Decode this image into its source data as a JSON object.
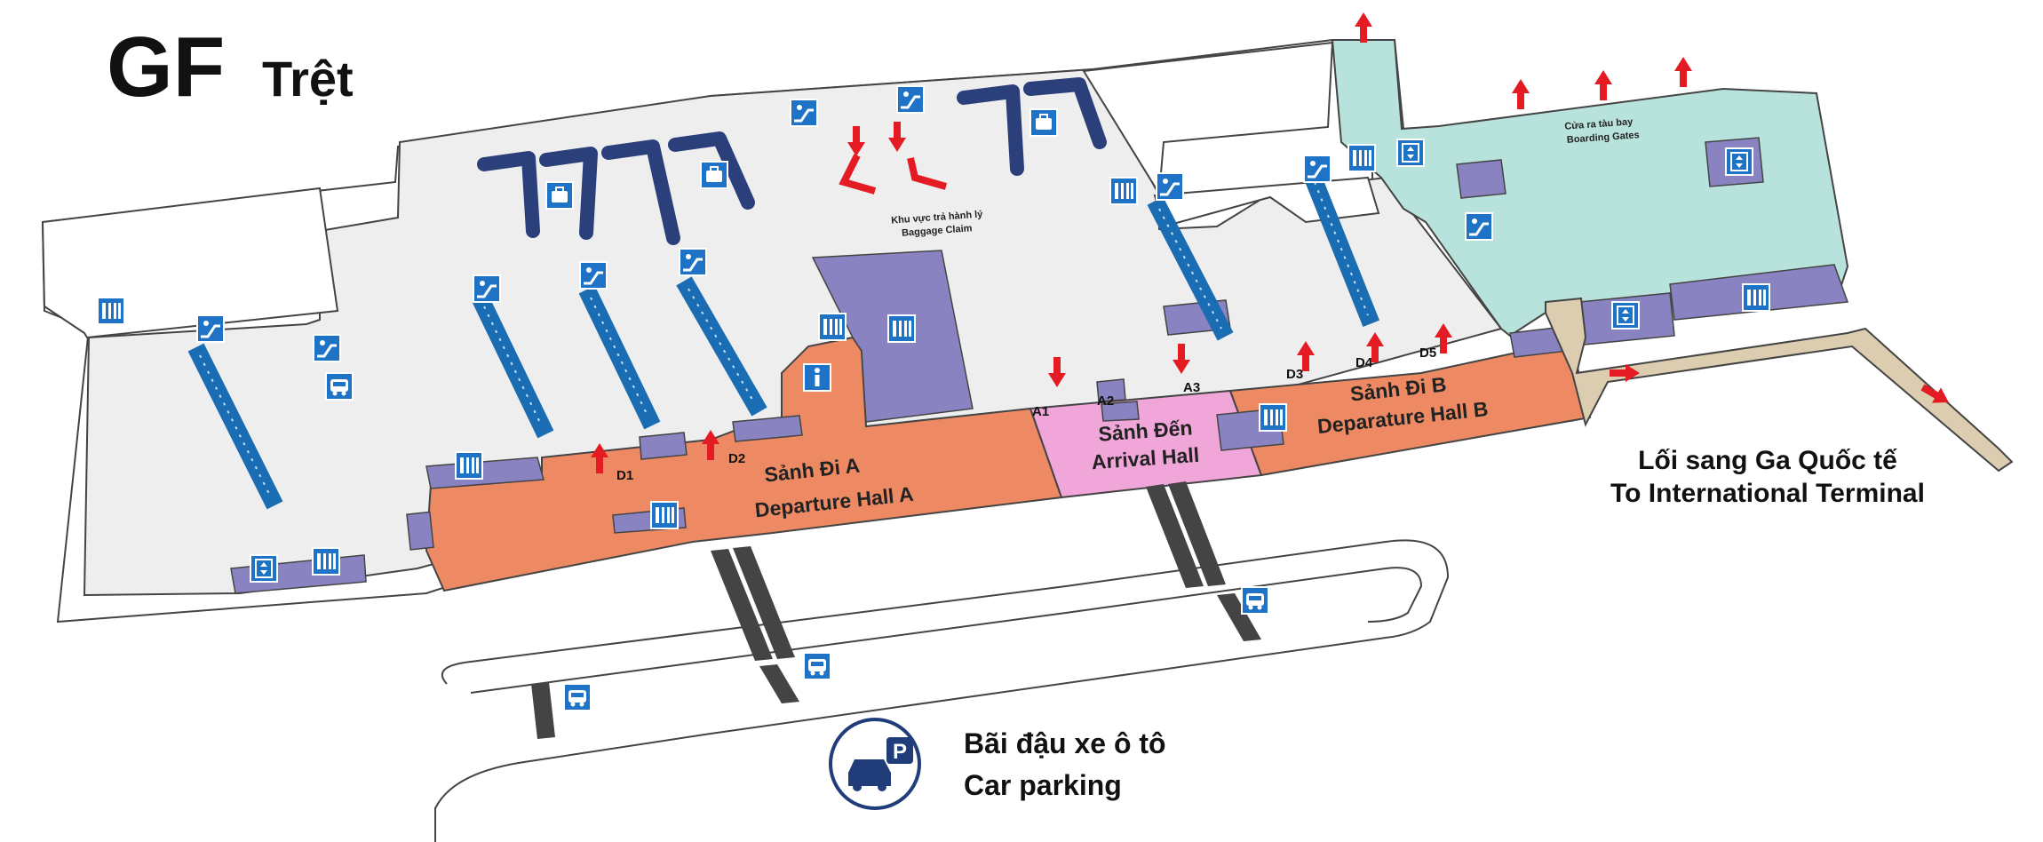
{
  "title": {
    "code": "GF",
    "name": "Trệt"
  },
  "colors": {
    "departure_hall": "#ee8a63",
    "arrival_hall": "#f0a6d8",
    "boarding_area": "#b8e3dc",
    "service_block": "#8a83c2",
    "baggage": "#eeeeee",
    "conveyor": "#1a6db3",
    "carousel": "#2b3f7a",
    "arrow": "#e51b24",
    "corridor": "#dccdb0",
    "icon_blue": "#1e73c6",
    "parking_circle": "#203d79"
  },
  "halls": {
    "departure_a": {
      "vi": "Sảnh Đi A",
      "en": "Departure Hall A"
    },
    "arrival": {
      "vi": "Sảnh Đến",
      "en": "Arrival Hall"
    },
    "departure_b": {
      "vi": "Sảnh Đi B",
      "en": "Deparature Hall B"
    }
  },
  "baggage_claim": {
    "vi": "Khu vực trả hành lý",
    "en": "Baggage Claim"
  },
  "boarding_gates": {
    "vi": "Cửa ra tàu bay",
    "en": "Boarding Gates"
  },
  "doors": [
    "D1",
    "D2",
    "A1",
    "A2",
    "A3",
    "D3",
    "D4",
    "D5"
  ],
  "international": {
    "vi": "Lối sang Ga Quốc tế",
    "en": "To International Terminal"
  },
  "parking": {
    "vi": "Bãi đậu xe ô tô",
    "en": "Car parking",
    "badge": "P"
  },
  "icons": [
    "restroom-icon",
    "escalator-icon",
    "elevator-icon",
    "baggage-icon",
    "bus-icon",
    "parking-icon",
    "info-icon"
  ]
}
